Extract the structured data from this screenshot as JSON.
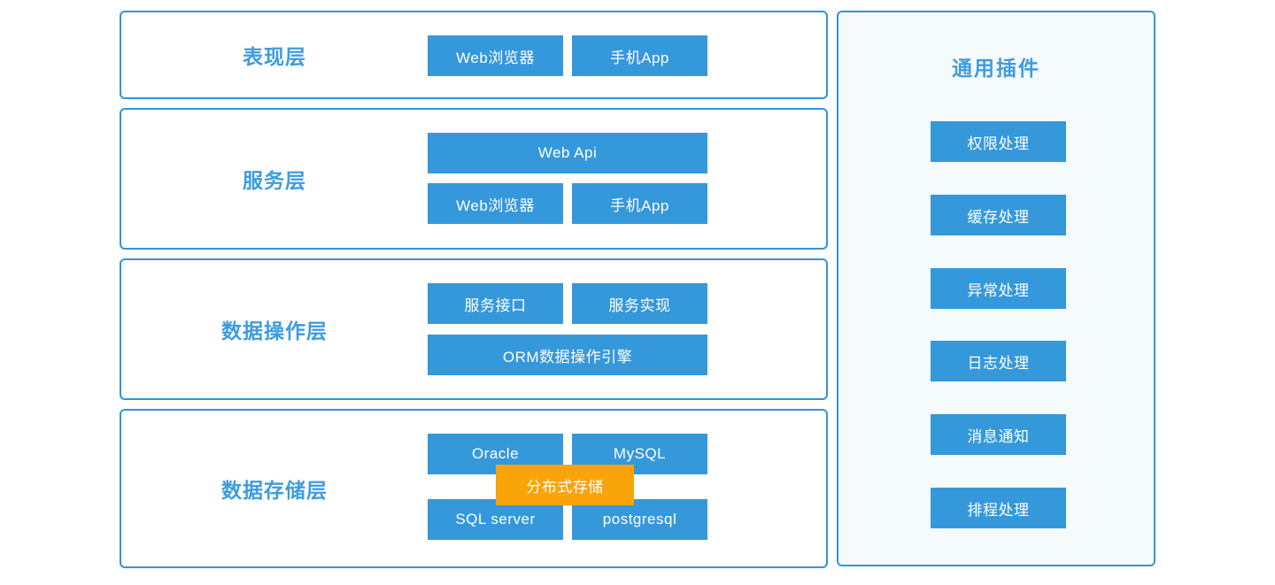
{
  "colors": {
    "block_blue": "#3598db",
    "panel_border_blue": "#2f96da",
    "title_blue": "#3e9cde",
    "accent_orange": "#f9a408",
    "plugins_panel_bg": "#f5fafd"
  },
  "layers": [
    {
      "title": "表现层",
      "buttons": [
        "Web浏览器",
        "手机App"
      ]
    },
    {
      "title": "服务层",
      "buttons": [
        "Web Api",
        "Web浏览器",
        "手机App"
      ]
    },
    {
      "title": "数据操作层",
      "buttons": [
        "服务接口",
        "服务实现",
        "ORM数据操作引擎"
      ]
    },
    {
      "title": "数据存储层",
      "buttons": [
        "Oracle",
        "MySQL",
        "SQL server",
        "postgresql"
      ],
      "overlay_label": "分布式存储"
    }
  ],
  "plugins": {
    "title": "通用插件",
    "items": [
      "权限处理",
      "缓存处理",
      "异常处理",
      "日志处理",
      "消息通知",
      "排程处理"
    ]
  }
}
